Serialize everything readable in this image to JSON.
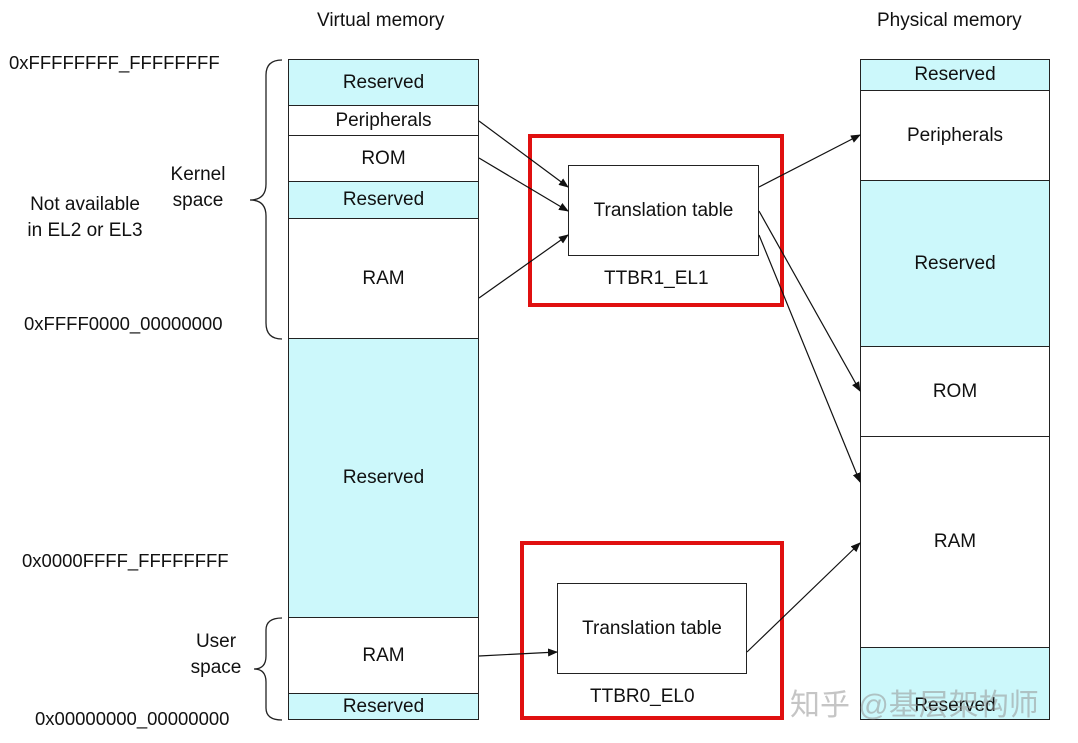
{
  "titles": {
    "virtual": "Virtual memory",
    "physical": "Physical memory"
  },
  "addresses": {
    "top": "0xFFFFFFFF_FFFFFFFF",
    "kernel_base": "0xFFFF0000_00000000",
    "user_top": "0x0000FFFF_FFFFFFFF",
    "bottom": "0x00000000_00000000"
  },
  "labels": {
    "kernel_space": "Kernel\nspace",
    "not_available": "Not available\nin EL2 or EL3",
    "user_space": "User\nspace"
  },
  "virtual_segments": [
    {
      "label": "Reserved",
      "color": "#ccf8fb"
    },
    {
      "label": "Peripherals",
      "color": "#ffffff"
    },
    {
      "label": "ROM",
      "color": "#ffffff"
    },
    {
      "label": "Reserved",
      "color": "#ccf8fb"
    },
    {
      "label": "RAM",
      "color": "#ffffff"
    },
    {
      "label": "Reserved",
      "color": "#ccf8fb"
    },
    {
      "label": "RAM",
      "color": "#ffffff"
    },
    {
      "label": "Reserved",
      "color": "#ccf8fb"
    }
  ],
  "physical_segments": [
    {
      "label": "Reserved",
      "color": "#ccf8fb"
    },
    {
      "label": "Peripherals",
      "color": "#ffffff"
    },
    {
      "label": "Reserved",
      "color": "#ccf8fb"
    },
    {
      "label": "ROM",
      "color": "#ffffff"
    },
    {
      "label": "RAM",
      "color": "#ffffff"
    },
    {
      "label": "Reserved",
      "color": "#ccf8fb"
    }
  ],
  "tables": [
    {
      "label": "Translation table",
      "register": "TTBR1_EL1"
    },
    {
      "label": "Translation table",
      "register": "TTBR0_EL0"
    }
  ],
  "colors": {
    "reserved_fill": "#ccf8fb",
    "highlight": "#e01010"
  },
  "watermark": "知乎 @基层架构师"
}
